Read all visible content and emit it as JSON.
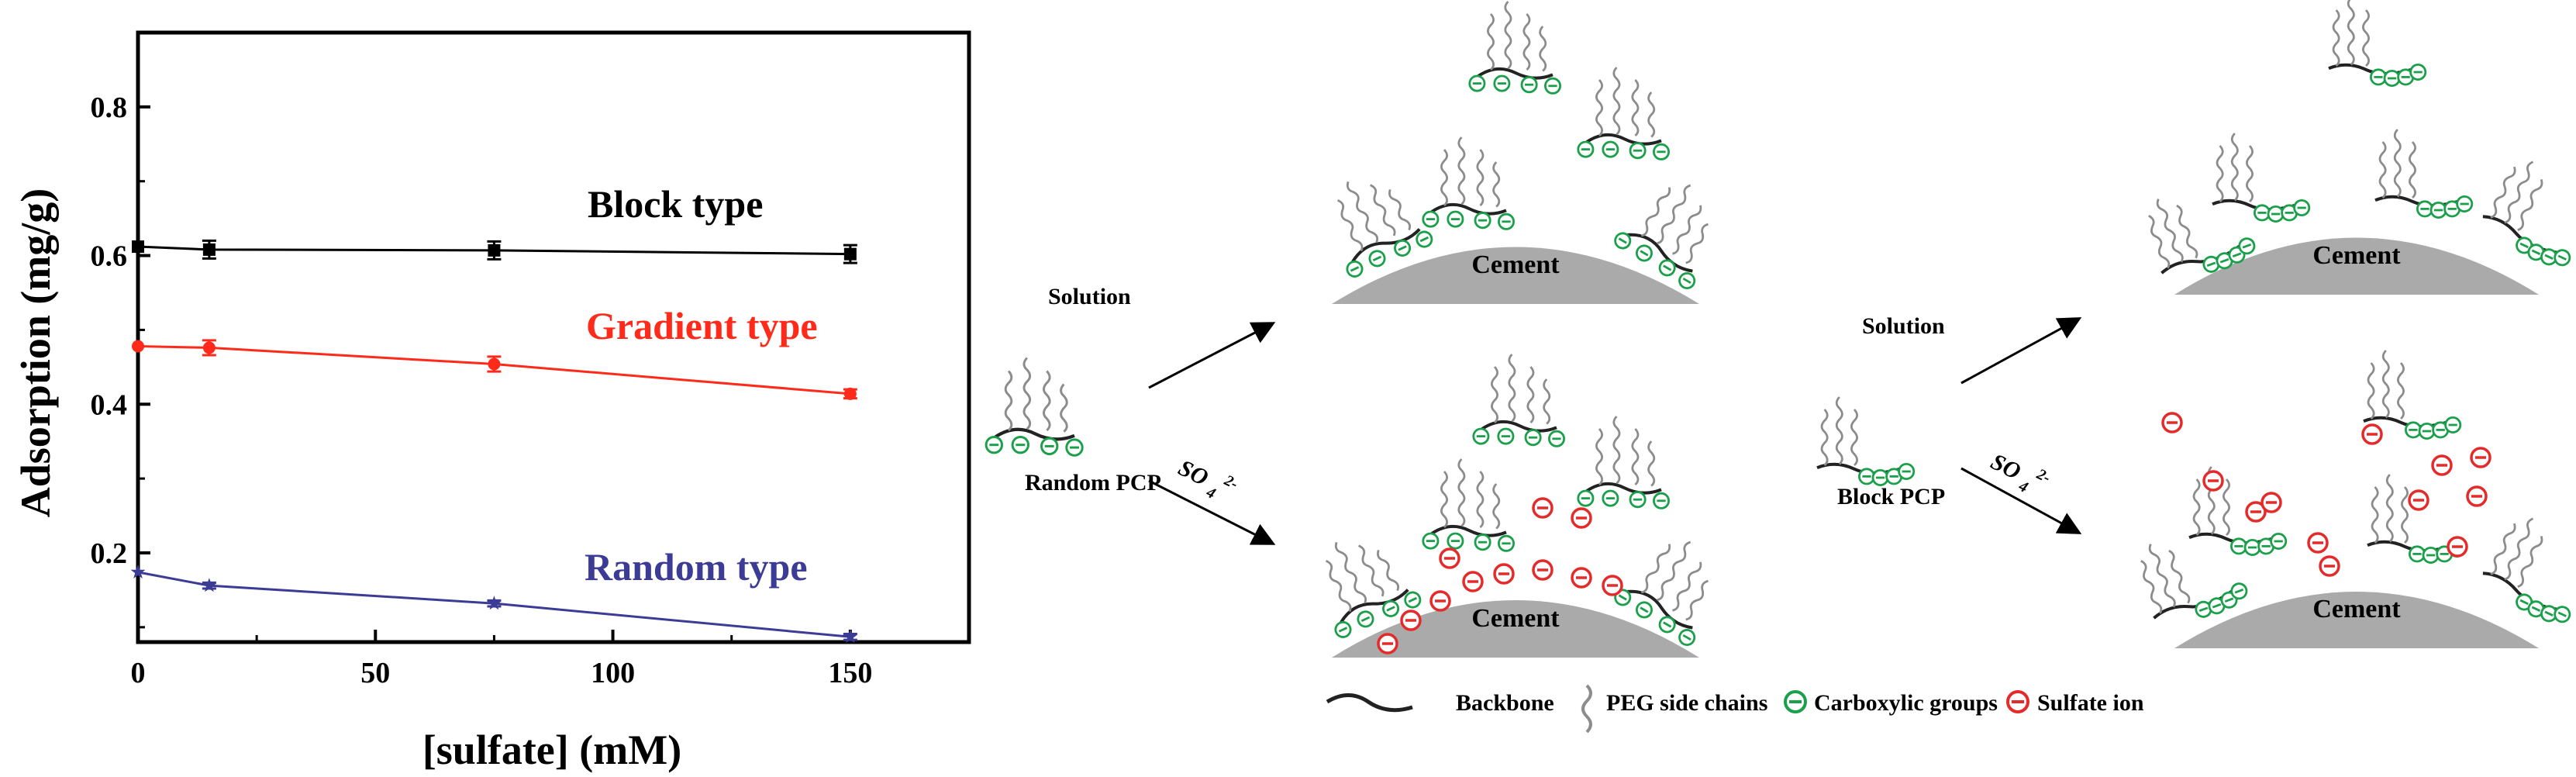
{
  "chart_data": {
    "type": "line",
    "xlabel": "[sulfate] (mM)",
    "ylabel": "Adsorption (mg/g)",
    "xlim": [
      0,
      175
    ],
    "ylim": [
      0.08,
      0.9
    ],
    "xticks": [
      0,
      50,
      100,
      150
    ],
    "yticks": [
      0.2,
      0.4,
      0.6,
      0.8
    ],
    "grid": false,
    "legend": "inline labels",
    "x": [
      0,
      15,
      75,
      150
    ],
    "series": [
      {
        "name": "Block type",
        "values": [
          0.612,
          0.608,
          0.607,
          0.602
        ],
        "error": [
          0,
          0.012,
          0.012,
          0.012
        ],
        "color": "#000000",
        "marker": "square"
      },
      {
        "name": "Gradient type",
        "values": [
          0.478,
          0.476,
          0.454,
          0.414
        ],
        "error": [
          0,
          0.01,
          0.01,
          0.006
        ],
        "color": "#ff2a1a",
        "marker": "circle"
      },
      {
        "name": "Random type",
        "values": [
          0.174,
          0.156,
          0.132,
          0.087
        ],
        "error": [
          0,
          0.004,
          0.004,
          0.004
        ],
        "color": "#3c3c96",
        "marker": "star"
      }
    ]
  },
  "schematic": {
    "solution_left": "Solution",
    "random_pcp": "Random PCP",
    "sulfate_label": "SO",
    "sulfate_sub": "4",
    "sulfate_sup": "2-",
    "solution_right": "Solution",
    "block_pcp": "Block PCP",
    "cement": "Cement",
    "legend_backbone": "Backbone",
    "legend_peg": "PEG side chains",
    "legend_carboxylic": "Carboxylic groups",
    "legend_sulfate": "Sulfate ion",
    "colors": {
      "carboxylic": "#1aa04a",
      "sulfate": "#e52a2a",
      "cement": "#aaaaaa",
      "peg": "#8c8c8c"
    }
  }
}
